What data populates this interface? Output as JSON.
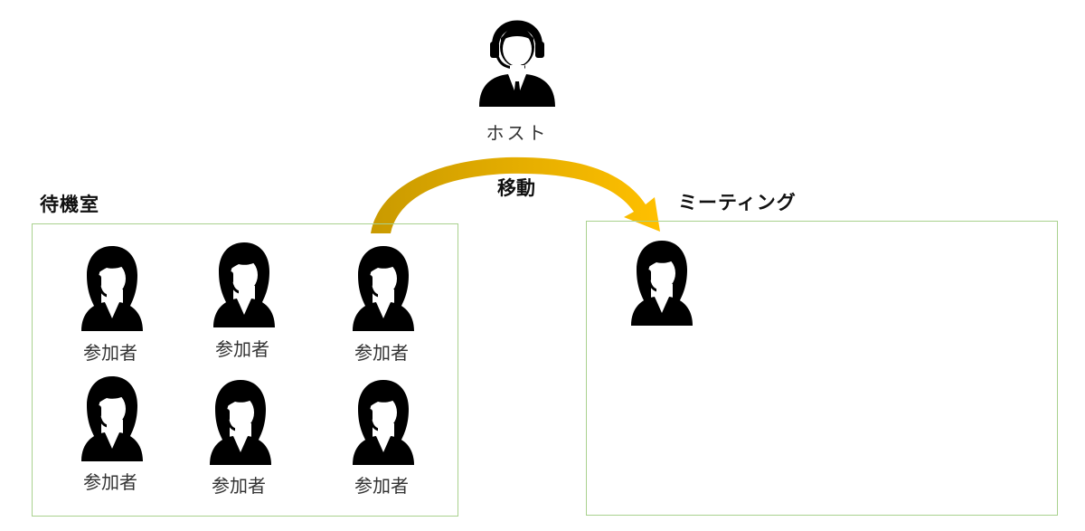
{
  "host": {
    "label": "ホスト",
    "icon": "host-headset-icon"
  },
  "arrow": {
    "label": "移動",
    "color": "#e8b400"
  },
  "waiting_room": {
    "title": "待機室",
    "participants": [
      "参加者",
      "参加者",
      "参加者",
      "参加者",
      "参加者",
      "参加者"
    ]
  },
  "meeting": {
    "title": "ミーティング"
  },
  "colors": {
    "box_border": "#a9d18e",
    "arrow_start": "#c99a00",
    "arrow_end": "#ffc000"
  }
}
